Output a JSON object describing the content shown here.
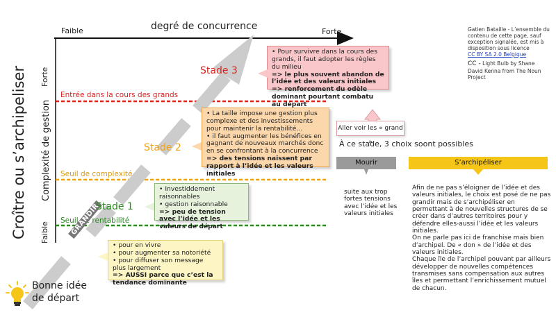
{
  "axes": {
    "x_title": "degré de concurrence",
    "x_low": "Faible",
    "x_high": "Forte",
    "y_title": "Complexité de gestion",
    "y_low": "Faible",
    "y_high": "Forte",
    "main_title": "Croître ou s’archipeliser"
  },
  "thresholds": {
    "court": "Entrée dans la cours des grands",
    "complexity": "Seuil de complexité",
    "profitability": "Seuil de rentabilité"
  },
  "colors": {
    "court": "#d9231f",
    "complexity": "#f0a21a",
    "profitability": "#2a8a1f",
    "stage1_box": "#e6f2dc",
    "stage2_box": "#fbd7ab",
    "stage3_box": "#f9c6c9",
    "start_box": "#fdf5c4",
    "arrow": "#cccccc",
    "mourir": "#9a9a9a",
    "archipel": "#f5c518"
  },
  "grandir": "GRANDIR",
  "start": {
    "label_line1": "Bonne idée",
    "label_line2": "de départ",
    "icon": "lightbulb-icon",
    "lines": [
      "• pour en vivre",
      "• pour augmenter sa notoriété",
      "• pour diffuser son message plus largement"
    ],
    "conclusion": "=> AUSSI parce que c’est la tendance dominante"
  },
  "stage1": {
    "label": "Stade 1",
    "lines": [
      "• Investiddement raisonnables",
      "• gestion raisonnable"
    ],
    "conclusion": "=> peu de tension avec l’idée et les valeurs de départ"
  },
  "stage2": {
    "label": "Stade 2",
    "lines": [
      "• La taille impose une gestion plus complexe et des investissements pour maintenir la rentabilité…",
      "• il faut augmenter les bénéfices en gagnant de nouveaux marchés donc en se confrontant à la concurrence"
    ],
    "conclusion": "=> des tensions naissent par rapport à l’idée et les valeurs initiales"
  },
  "stage3": {
    "label": "Stade 3",
    "lines": [
      "• Pour survivre dans la cours des grands, il faut adopter les règles du milieu"
    ],
    "conclusion1": "=> le plus souvent abandon de l’idée et des valeurs initiales",
    "conclusion2": "=> renforcement du odèle dominant pourtant combatu au départ"
  },
  "see_big": "Aller voir les « grand »",
  "choices_title": "À ce stade, 3 choix soont possibles",
  "mourir": {
    "label": "Mourir",
    "text": "suite aux trop fortes tensions avec l’idée et les valeurs initiales"
  },
  "archipel": {
    "label": "S’archipéliser",
    "p1": "Afin de ne pas s’éloigner de l’idée et des valeurs initiales, le choix est posé de ne pas grandir mais de s’archipéliser en permettant à de nouvelles structures de se créer dans d’autres territoires pour y défendre elles-aussi l’idée et les valeurs initiales.",
    "p2": "On ne parle pas ici de franchise mais bien d’archipel. De « don » de l’idée et des valeurs initiales.",
    "p3": "Chaque île de l’archipel pouvant par ailleurs développer de nouvelles compétences transmises sans compensation aux autres îles et permettant l’enrichissement mutuel de chacun."
  },
  "credits": {
    "text": "Gatien Bataille - L’ensemble du contenu de cette page, sauf exception signalée, est mis à disposition sous licence",
    "license_link": "CC BY SA 2.0 Belgique",
    "cc_label": "CC -",
    "cc_text": "Light Bulb by Shane David Kenna from The Noun Project"
  }
}
